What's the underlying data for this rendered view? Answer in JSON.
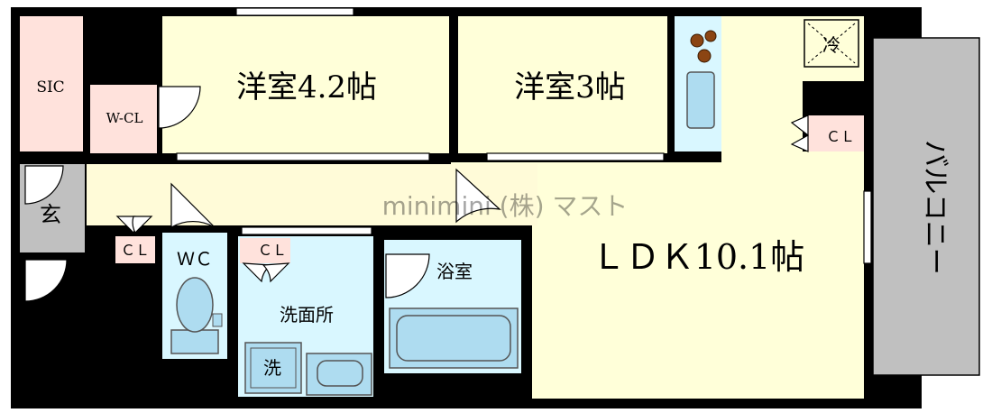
{
  "rooms": {
    "sic": "SIC",
    "wcl": "W-CL",
    "western1": "洋室4.2帖",
    "western2": "洋室3帖",
    "ldk": "ＬＤＫ10.1帖",
    "entrance": "玄",
    "cl_hall": "ＣＬ",
    "wc": "ＷＣ",
    "cl_washroom": "ＣＬ",
    "washroom": "洗面所",
    "washer": "洗",
    "bath": "浴室",
    "cl_ldk": "ＣＬ",
    "fridge": "冷",
    "balcony": "バルコニー"
  },
  "watermark": "minimini (株) マスト",
  "colors": {
    "wall": "#000000",
    "western": "#ffffd9",
    "ldk": "#ffffd9",
    "hallway": "#fffbd8",
    "closet": "#ffe2dc",
    "wet": "#d9f7ff",
    "fixture": "#aedcf0",
    "entrance": "#c0c0c0",
    "balcony": "#c0c0c0"
  }
}
